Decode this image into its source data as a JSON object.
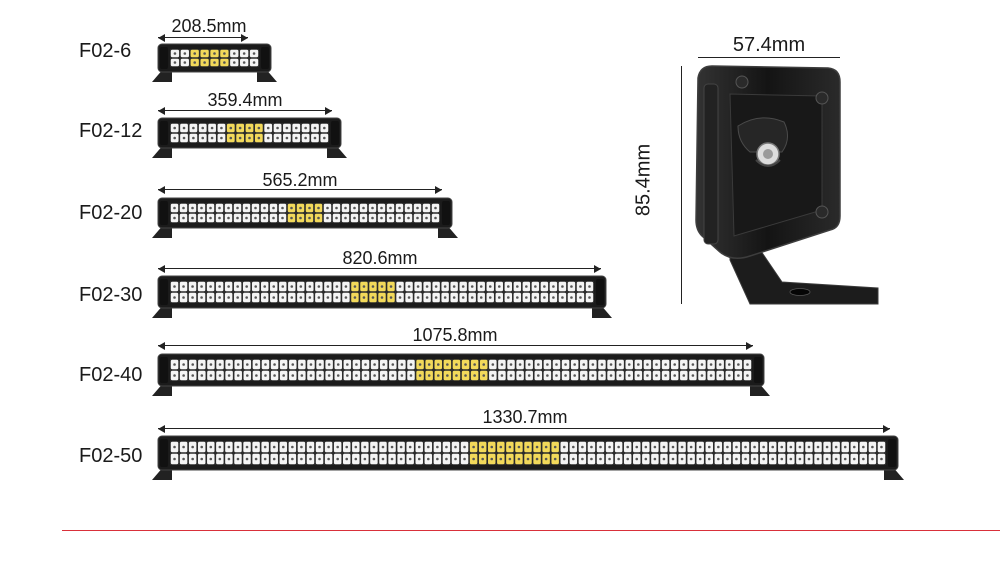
{
  "models": [
    {
      "name": "F02-6",
      "length": "208.5mm"
    },
    {
      "name": "F02-12",
      "length": "359.4mm"
    },
    {
      "name": "F02-20",
      "length": "565.2mm"
    },
    {
      "name": "F02-30",
      "length": "820.6mm"
    },
    {
      "name": "F02-40",
      "length": "1075.8mm"
    },
    {
      "name": "F02-50",
      "length": "1330.7mm"
    }
  ],
  "side_view": {
    "width": "57.4mm",
    "height": "85.4mm"
  },
  "colors": {
    "housing": "#1b1b1b",
    "led_white": "#f4f4f4",
    "led_amber": "#f2d95a",
    "accent_rule": "#d9303a"
  }
}
